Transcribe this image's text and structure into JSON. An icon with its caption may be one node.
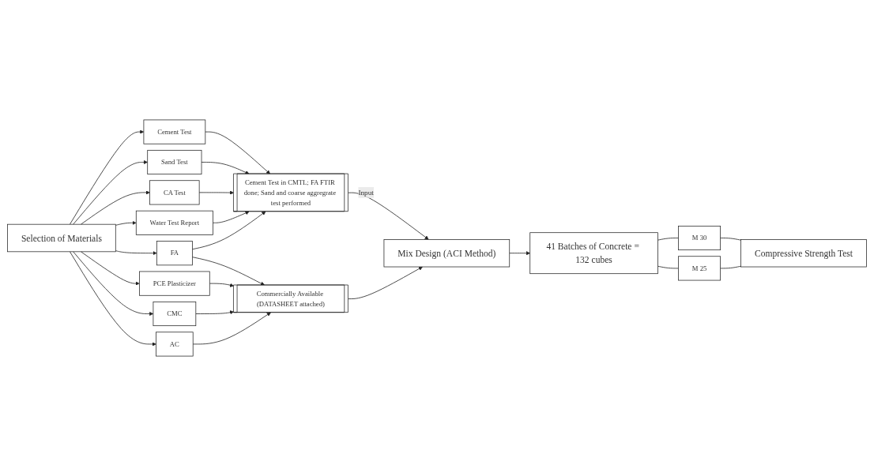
{
  "diagram": {
    "nodes": [
      {
        "text": [
          "Selection of Materials"
        ]
      },
      {
        "text": [
          "Cement Test"
        ]
      },
      {
        "text": [
          "Sand Test"
        ]
      },
      {
        "text": [
          "CA Test"
        ]
      },
      {
        "text": [
          "Water Test Report"
        ]
      },
      {
        "text": [
          "FA"
        ]
      },
      {
        "text": [
          "PCE Plasticizer"
        ]
      },
      {
        "text": [
          "CMC"
        ]
      },
      {
        "text": [
          "AC"
        ]
      },
      {
        "text": [
          "Cement Test in CMTL; FA FTIR done; Sand and coarse aggregrate test performed"
        ]
      },
      {
        "text": [
          "Commercially Available (DATASHEET attached)"
        ]
      },
      {
        "text": [
          "Mix Design (ACI Method)"
        ]
      },
      {
        "text": [
          "41 Batches of Concrete = 132 cubes"
        ]
      },
      {
        "text": [
          "M 30"
        ]
      },
      {
        "text": [
          "M 25"
        ]
      },
      {
        "text": [
          "Compressive Strength Test"
        ]
      }
    ],
    "edges": [
      {
        "from": 0,
        "to": 1,
        "arrow": "to"
      },
      {
        "from": 0,
        "to": 2,
        "arrow": "to"
      },
      {
        "from": 0,
        "to": 3,
        "arrow": "to"
      },
      {
        "from": 0,
        "to": 4,
        "arrow": "to"
      },
      {
        "from": 0,
        "to": 5,
        "arrow": "to"
      },
      {
        "from": 0,
        "to": 6,
        "arrow": "to"
      },
      {
        "from": 0,
        "to": 7,
        "arrow": "to"
      },
      {
        "from": 0,
        "to": 8,
        "arrow": "to"
      },
      {
        "from": 1,
        "to": 9,
        "arrow": "to"
      },
      {
        "from": 2,
        "to": 9,
        "arrow": "to"
      },
      {
        "from": 3,
        "to": 9,
        "arrow": "to"
      },
      {
        "from": 4,
        "to": 9,
        "arrow": "to"
      },
      {
        "from": 5,
        "to": 9,
        "arrow": "to"
      },
      {
        "from": 5,
        "to": 10,
        "arrow": "to"
      },
      {
        "from": 6,
        "to": 10,
        "arrow": "to"
      },
      {
        "from": 7,
        "to": 10,
        "arrow": "to"
      },
      {
        "from": 8,
        "to": 10,
        "arrow": "to"
      },
      {
        "from": 9,
        "to": 11,
        "arrow": "to",
        "label": "Input"
      },
      {
        "from": 10,
        "to": 11,
        "arrow": "to"
      },
      {
        "from": 11,
        "to": 12,
        "arrow": "to"
      },
      {
        "from": 12,
        "to": 13,
        "arrow": "none"
      },
      {
        "from": 12,
        "to": 14,
        "arrow": "none"
      },
      {
        "from": 13,
        "to": 15,
        "arrow": "none"
      },
      {
        "from": 14,
        "to": 15,
        "arrow": "none"
      }
    ]
  }
}
